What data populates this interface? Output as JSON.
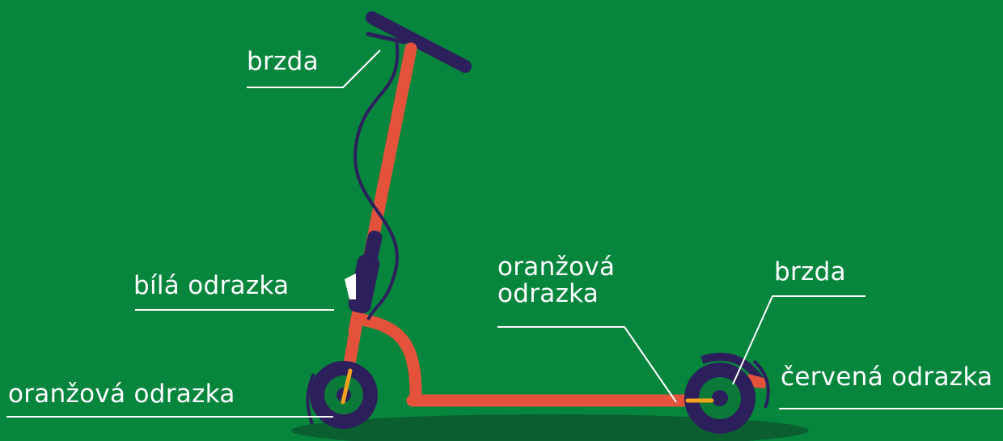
{
  "diagram": {
    "labels": {
      "brake_front": "brzda",
      "white_reflector": "bílá odrazka",
      "orange_reflector_front": "oranžová odrazka",
      "orange_reflector_rear_line1": "oranžová",
      "orange_reflector_rear_line2": "odrazka",
      "brake_rear": "brzda",
      "red_reflector": "červená odrazka"
    },
    "colors": {
      "background": "#06863d",
      "scooter_frame": "#e4523b",
      "tire": "#2c1f5c",
      "wheel_hub": "#0b7a39",
      "reflector_orange": "#f6a21d",
      "reflector_white": "#ffffff",
      "shadow": "#0b5e30",
      "leader_line": "#ffffff"
    }
  }
}
